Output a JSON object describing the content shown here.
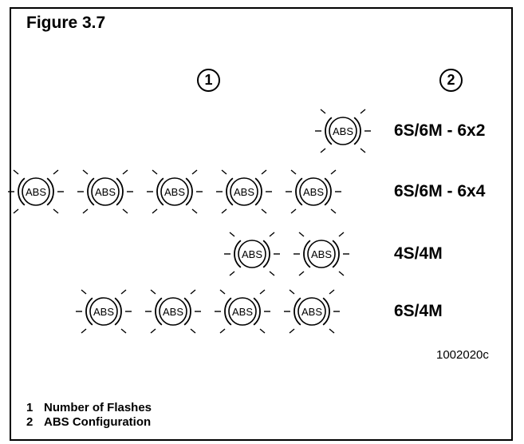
{
  "figure": {
    "title": "Figure 3.7",
    "reference": "1002020c"
  },
  "callouts": {
    "flashes": "1",
    "configuration": "2"
  },
  "lamp": {
    "label": "ABS",
    "icon": "abs-warning-lamp-icon"
  },
  "rows": [
    {
      "config": "6S/6M - 6x2",
      "flashes": 1
    },
    {
      "config": "6S/6M - 6x4",
      "flashes": 5
    },
    {
      "config": "4S/4M",
      "flashes": 2
    },
    {
      "config": "6S/4M",
      "flashes": 4
    }
  ],
  "legend": [
    {
      "number": "1",
      "text": "Number of Flashes"
    },
    {
      "number": "2",
      "text": "ABS Configuration"
    }
  ]
}
